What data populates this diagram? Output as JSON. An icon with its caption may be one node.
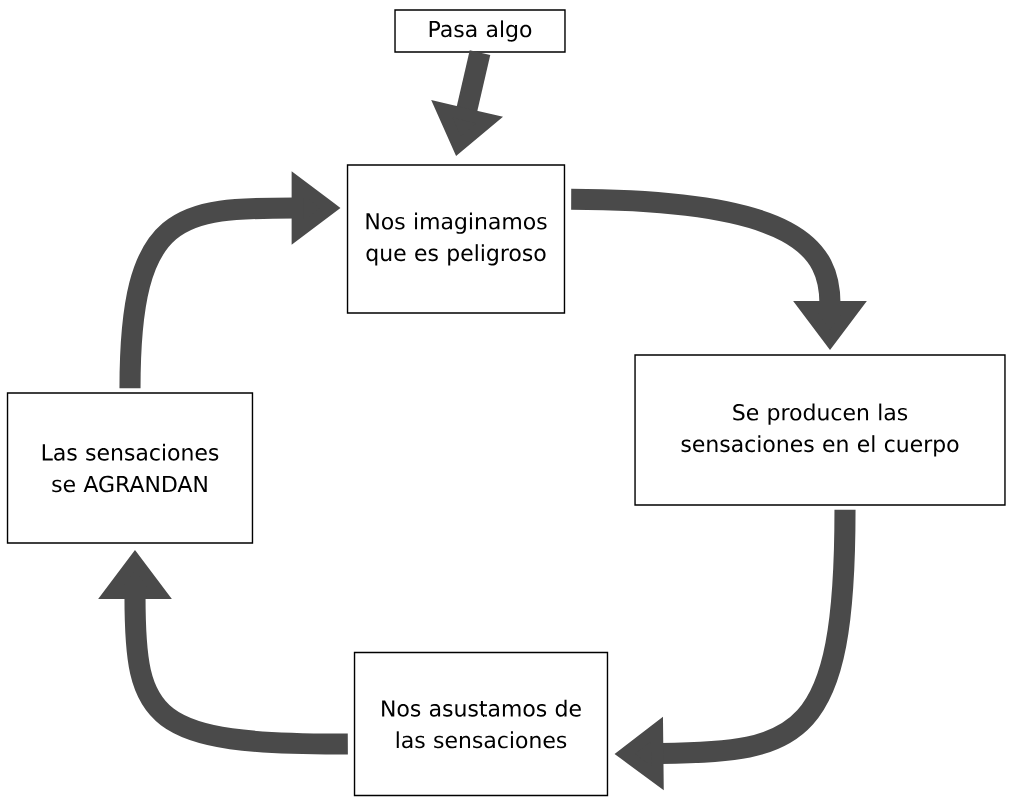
{
  "diagram": {
    "nodes": [
      {
        "text": [
          "Pasa algo"
        ]
      },
      {
        "text": [
          "Nos imaginamos que es peligroso"
        ]
      },
      {
        "text": [
          "Se producen las sensaciones en el cuerpo"
        ]
      },
      {
        "text": [
          "Nos asustamos de las sensaciones"
        ]
      },
      {
        "text": [
          "Las sensaciones se AGRANDAN"
        ]
      }
    ],
    "edges": [
      {
        "from": 0,
        "to": 1,
        "arrow": "to"
      },
      {
        "from": 1,
        "to": 2,
        "arrow": "to"
      },
      {
        "from": 2,
        "to": 3,
        "arrow": "to"
      },
      {
        "from": 3,
        "to": 4,
        "arrow": "to"
      },
      {
        "from": 4,
        "to": 1,
        "arrow": "to"
      }
    ]
  }
}
